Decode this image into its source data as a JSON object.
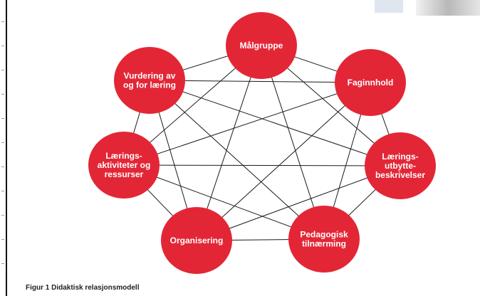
{
  "diagram": {
    "nodes": [
      {
        "id": "malgruppe",
        "lines": [
          "Målgruppe"
        ]
      },
      {
        "id": "faginnhold",
        "lines": [
          "Faginnhold"
        ]
      },
      {
        "id": "laeringsutbyttebeskrivelser",
        "lines": [
          "Lærings-",
          "utbytte-",
          "beskrivelser"
        ]
      },
      {
        "id": "pedagogisk-tilnaerming",
        "lines": [
          "Pedagogisk",
          "tilnærming"
        ]
      },
      {
        "id": "organisering",
        "lines": [
          "Organisering"
        ]
      },
      {
        "id": "laeringsaktiviteter",
        "lines": [
          "Lærings-",
          "aktiviteter og",
          "ressurser"
        ]
      },
      {
        "id": "vurdering",
        "lines": [
          "Vurdering av",
          "og for læring"
        ]
      }
    ],
    "connections": "all-pairs",
    "node_color": "#e32636",
    "label_color": "#ffffff",
    "line_color": "#1a1a1a"
  },
  "caption": "Figur 1 Didaktisk relasjonsmodell"
}
